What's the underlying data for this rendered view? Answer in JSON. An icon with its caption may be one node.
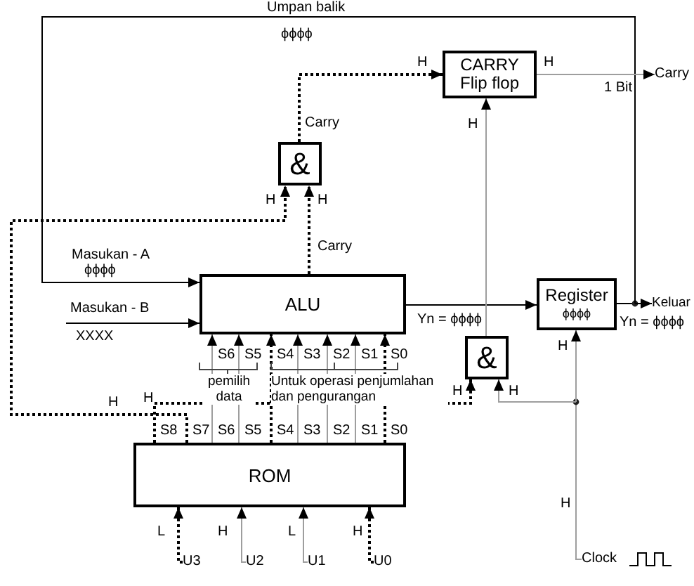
{
  "diagram": {
    "nodes": [
      {
        "text": [
          "CARRY Flip flop"
        ]
      },
      {
        "text": [
          "Carry"
        ]
      },
      {
        "text": [
          "&"
        ]
      },
      {
        "text": [
          "ALU"
        ]
      },
      {
        "text": [
          "Register",
          "ϕϕϕϕ"
        ]
      },
      {
        "text": [
          "Keluar"
        ]
      },
      {
        "text": [
          "&"
        ]
      },
      {
        "text": [
          "ROM"
        ]
      },
      {
        "text": [
          "U3"
        ]
      },
      {
        "text": [
          "U2"
        ]
      },
      {
        "text": [
          "U1"
        ]
      },
      {
        "text": [
          "U0"
        ]
      },
      {
        "text": [
          "Clock"
        ]
      }
    ],
    "edges": [
      {
        "from": 3,
        "to": 4,
        "arrow": "to",
        "label": "Yn = ϕϕϕϕ"
      },
      {
        "from": 4,
        "to": 5,
        "arrow": "to",
        "label": "Yn = ϕϕϕϕ"
      },
      {
        "from": 4,
        "to": 3,
        "arrow": "to",
        "label": "Umpan balik"
      },
      {
        "from": null,
        "to": 3,
        "arrow": "to",
        "label": "Masukan - B"
      },
      {
        "from": 3,
        "to": 2,
        "arrow": "to",
        "label": "Carry",
        "style": "dashed"
      },
      {
        "from": 2,
        "to": 0,
        "arrow": "to",
        "label": "Carry",
        "style": "dashed"
      },
      {
        "from": 0,
        "to": 1,
        "arrow": "to",
        "label": "1 Bit",
        "color": "#9e9e9e"
      },
      {
        "from": 6,
        "to": 0,
        "arrow": "to",
        "label": "H",
        "color": "#9e9e9e"
      },
      {
        "from": 7,
        "to": 2,
        "arrow": "to",
        "label": "H",
        "style": "dashed"
      },
      {
        "from": 7,
        "to": 6,
        "arrow": "to",
        "label": "H",
        "style": "dashed"
      },
      {
        "from": 7,
        "to": 3,
        "arrow": "to",
        "label": "S6",
        "color": "#9e9e9e"
      },
      {
        "from": 7,
        "to": 3,
        "arrow": "to",
        "label": "S5",
        "color": "#9e9e9e"
      },
      {
        "from": 7,
        "to": 3,
        "arrow": "to",
        "label": "S4",
        "style": "dashed"
      },
      {
        "from": 7,
        "to": 3,
        "arrow": "to",
        "label": "S3",
        "color": "#9e9e9e"
      },
      {
        "from": 7,
        "to": 3,
        "arrow": "to",
        "label": "S2",
        "color": "#9e9e9e"
      },
      {
        "from": 7,
        "to": 3,
        "arrow": "to",
        "label": "S1",
        "color": "#9e9e9e"
      },
      {
        "from": 7,
        "to": 3,
        "arrow": "to",
        "label": "S0",
        "style": "dashed"
      },
      {
        "from": 8,
        "to": 7,
        "arrow": "to",
        "label": "L",
        "style": "dashed"
      },
      {
        "from": 9,
        "to": 7,
        "arrow": "to",
        "label": "H",
        "color": "#9e9e9e"
      },
      {
        "from": 10,
        "to": 7,
        "arrow": "to",
        "label": "L",
        "color": "#9e9e9e"
      },
      {
        "from": 11,
        "to": 7,
        "arrow": "to",
        "label": "H",
        "style": "dashed"
      },
      {
        "from": 12,
        "to": 4,
        "arrow": "to",
        "label": "H",
        "color": "#9e9e9e"
      },
      {
        "from": 12,
        "to": 6,
        "arrow": "to",
        "label": "H",
        "color": "#9e9e9e"
      }
    ],
    "labels": [
      "ϕϕϕϕ",
      "H",
      "H",
      "H",
      "Masukan - A",
      "ϕϕϕϕ",
      "XXXX",
      "pemilih data",
      "Untuk operasi penjumlahan dan pengurangan",
      "H",
      "H",
      "S8",
      "S7",
      "S6",
      "S5",
      "S4",
      "S3",
      "S2",
      "S1",
      "S0",
      "H"
    ]
  }
}
